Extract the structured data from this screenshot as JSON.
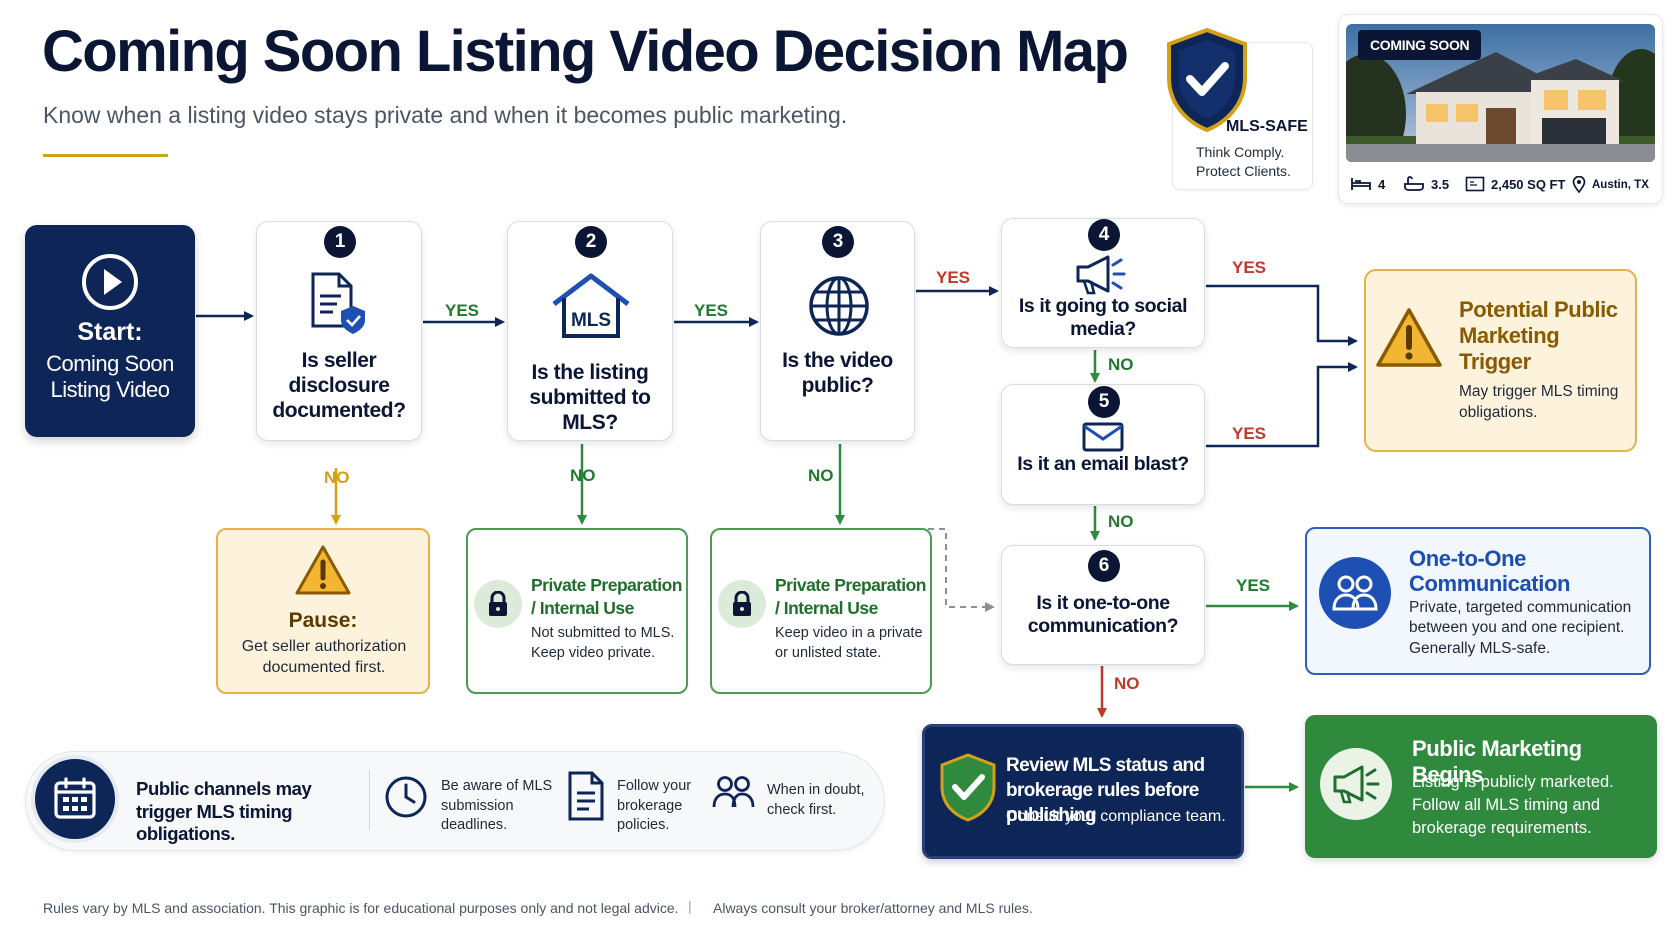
{
  "header": {
    "title": "Coming Soon Listing Video Decision Map",
    "subtitle": "Know when a listing video stays private and when it becomes public marketing."
  },
  "badge": {
    "title": "MLS-SAFE",
    "line1": "Think Comply.",
    "line2": "Protect Clients."
  },
  "property": {
    "tag": "COMING SOON",
    "beds": "4",
    "baths": "3.5",
    "sqft": "2,450 SQ FT",
    "location": "Austin, TX"
  },
  "start": {
    "title": "Start:",
    "subtitle": "Coming Soon Listing Video"
  },
  "questions": [
    {
      "num": "1",
      "text": "Is seller disclosure documented?"
    },
    {
      "num": "2",
      "text": "Is the listing submitted to MLS?"
    },
    {
      "num": "3",
      "text": "Is the video public?"
    },
    {
      "num": "4",
      "text": "Is it going to social media?"
    },
    {
      "num": "5",
      "text": "Is it an email blast?"
    },
    {
      "num": "6",
      "text": "Is it one-to-one communication?"
    }
  ],
  "labels": {
    "yes": "YES",
    "no": "NO"
  },
  "outcomes": {
    "pause": {
      "title": "Pause:",
      "body": "Get seller authorization documented first."
    },
    "private1": {
      "title": "Private Preparation / Internal Use",
      "body": "Not submitted to MLS. Keep video private."
    },
    "private2": {
      "title": "Private Preparation / Internal Use",
      "body": "Keep video in a private or unlisted state."
    },
    "trigger": {
      "title": "Potential Public Marketing Trigger",
      "body": "May trigger MLS timing obligations."
    },
    "one2one": {
      "title": "One-to-One Communication",
      "body": "Private, targeted communication between you and one recipient. Generally MLS-safe."
    },
    "review": {
      "title": "Review MLS status and brokerage rules before publishing",
      "body": "Consult your compliance team."
    },
    "pmb": {
      "title": "Public Marketing Begins",
      "body": "Listing is publicly marketed. Follow all MLS timing and brokerage requirements."
    }
  },
  "bar": {
    "main": "Public channels may trigger MLS timing obligations.",
    "tip1": "Be aware of MLS submission deadlines.",
    "tip2": "Follow your brokerage policies.",
    "tip3": "When in doubt, check first."
  },
  "footer": {
    "left": "Rules vary by MLS and association. This graphic is for educational purposes only and not legal advice.",
    "sep": "|",
    "right": "Always consult your broker/attorney and MLS rules."
  },
  "colors": {
    "navy": "#0d2557",
    "green": "#2f8a3e",
    "gold": "#d4a017",
    "red": "#c0392b",
    "blue": "#1a4fb0"
  }
}
